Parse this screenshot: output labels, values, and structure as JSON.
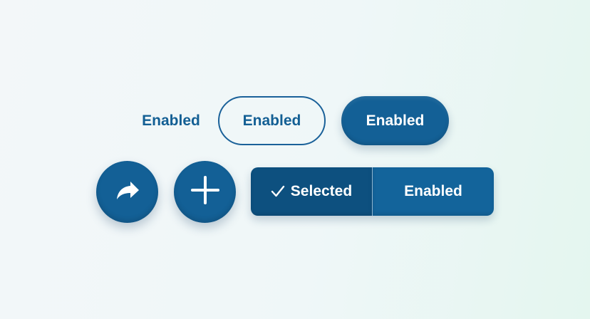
{
  "colors": {
    "primary": "#136096",
    "primary_text": "#135f94",
    "selected_segment": "#0d507f",
    "on_primary": "#ffffff",
    "background_start": "#f3f7f9",
    "background_end": "#e4f6ef"
  },
  "buttons": {
    "text_button": {
      "label": "Enabled"
    },
    "outlined_button": {
      "label": "Enabled"
    },
    "filled_button": {
      "label": "Enabled"
    }
  },
  "fabs": [
    {
      "icon": "share-forward-icon"
    },
    {
      "icon": "plus-icon"
    }
  ],
  "segmented_button": {
    "segments": [
      {
        "label": "Selected",
        "selected": true,
        "icon": "check-icon"
      },
      {
        "label": "Enabled",
        "selected": false
      }
    ]
  }
}
